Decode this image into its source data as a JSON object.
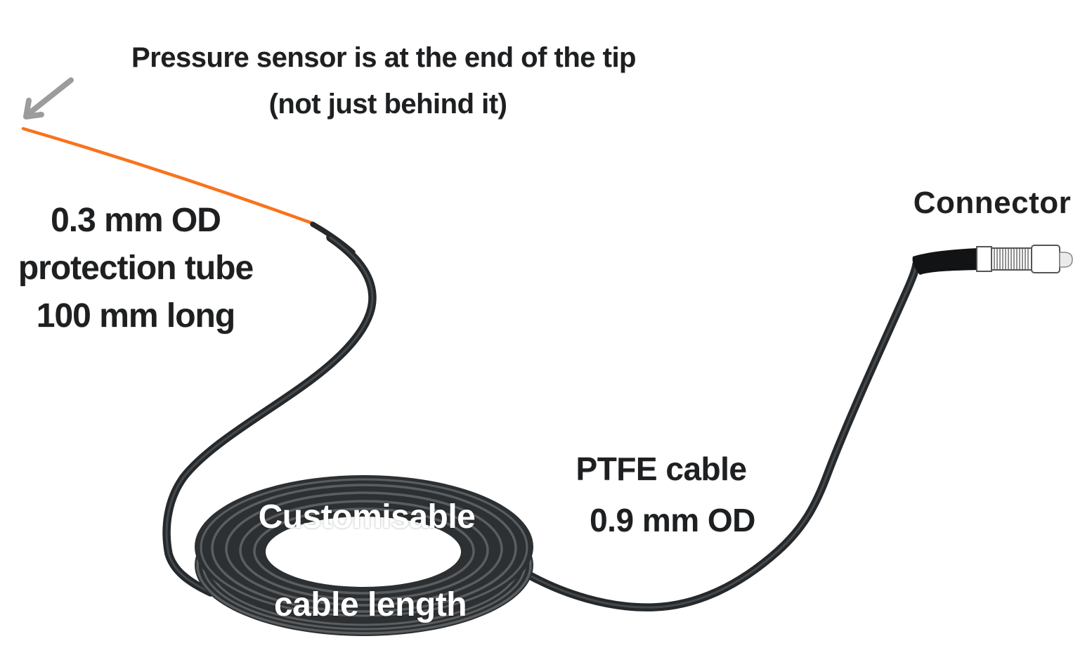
{
  "title": {
    "line1": "Pressure sensor is at the end of the tip",
    "line2": "(not just behind it)"
  },
  "protection_tube_label": {
    "line1": "0.3 mm OD",
    "line2": "protection tube",
    "line3": "100 mm long"
  },
  "connector_label": "Connector",
  "ptfe_label": {
    "line1": "PTFE cable",
    "line2": "0.9 mm OD"
  },
  "coil_label": {
    "line1": "Customisable",
    "line2": "cable length"
  },
  "colors": {
    "background": "#ffffff",
    "text": "#1d1f21",
    "coil_text": "#ffffff",
    "cable_dark": "#26292b",
    "cable_highlight": "#5f6567",
    "coil_fill": "#2d3032",
    "coil_ring_gray": "#5a5e60",
    "protection_tube_orange": "#f8731e",
    "arrow_gray": "#9c9c9c",
    "connector_boot_black": "#111314",
    "connector_body_white": "#ffffff",
    "connector_tip_gray": "#ebebeb",
    "connector_outline": "#555555"
  }
}
